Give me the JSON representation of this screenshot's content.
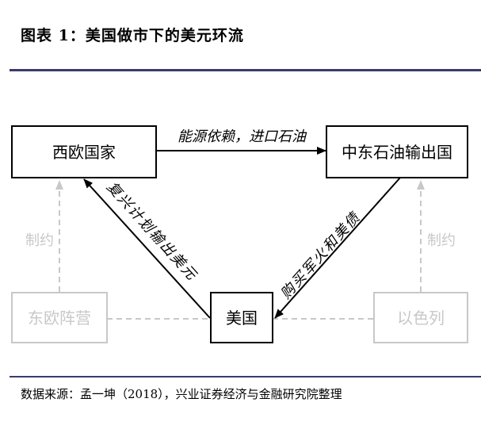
{
  "title": "图表 1：美国做市下的美元环流",
  "source": "数据来源：孟一坤（2018），兴业证券经济与金融研究院整理",
  "nodes": {
    "western_europe": "西欧国家",
    "middle_east": "中东石油输出国",
    "usa": "美国",
    "eastern_bloc": "东欧阵营",
    "israel": "以色列"
  },
  "edges": {
    "top": "能源依赖，进口石油",
    "left": "复兴计划输出美元",
    "right": "购买军火和美债",
    "constraint_left": "制约",
    "constraint_right": "制约"
  },
  "colors": {
    "rule": "#3a3b6b",
    "faded": "#c8c8c8"
  }
}
